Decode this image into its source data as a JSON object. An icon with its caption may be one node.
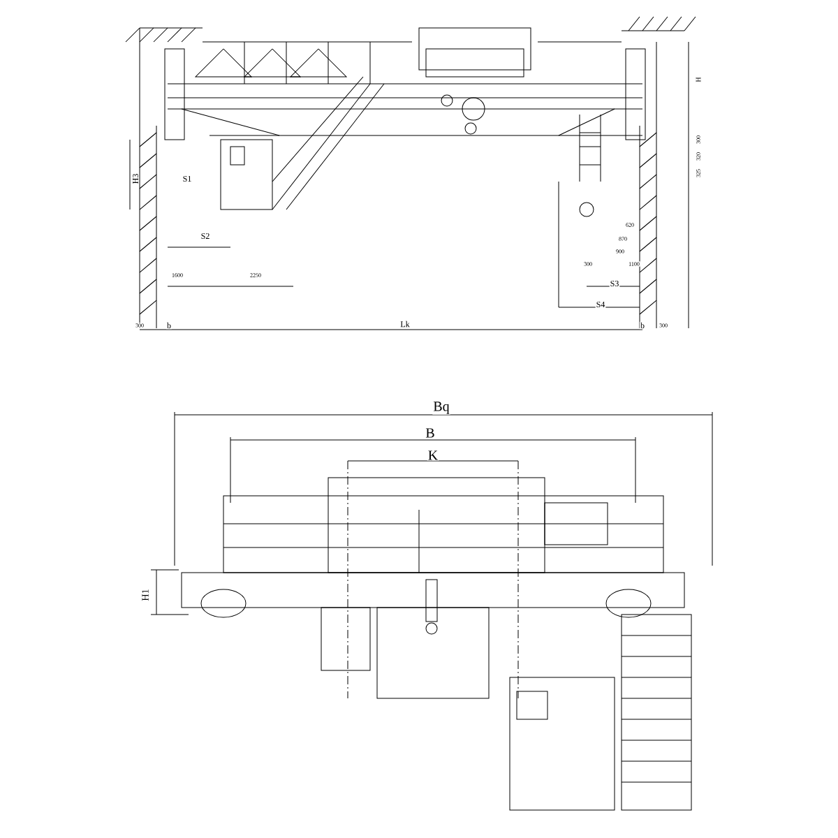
{
  "diagram": {
    "labels": [
      "H",
      "300",
      "320",
      "325",
      "H3",
      "S1",
      "620",
      "870",
      "900",
      "S2",
      "1600",
      "2250",
      "300",
      "1100",
      "S3",
      "S4",
      "300",
      "b",
      "Lk",
      "b",
      "300",
      "Bq",
      "B",
      "K",
      "H1"
    ]
  }
}
